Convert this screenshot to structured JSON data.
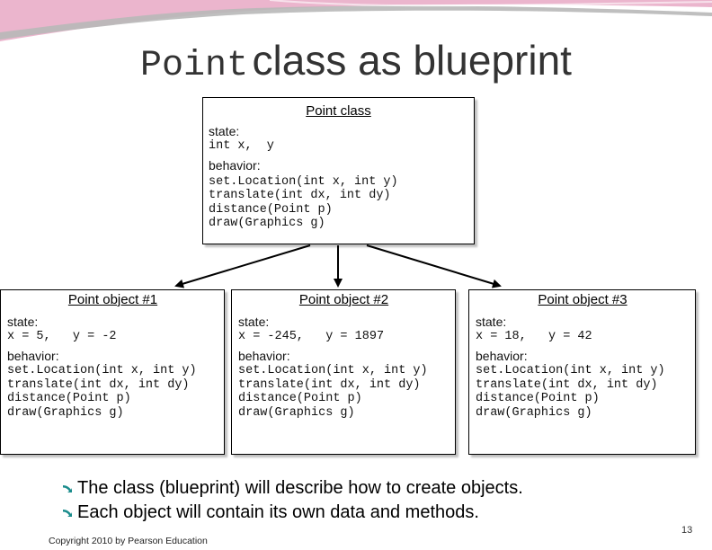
{
  "title": {
    "mono_part": "Point",
    "sans_part": "class as blueprint"
  },
  "class_box": {
    "header": "Point class",
    "state_label": "state:",
    "fields": "int x,  y",
    "behavior_label": "behavior:",
    "methods": [
      "set.Location(int x, int y)",
      "translate(int dx, int dy)",
      "distance(Point p)",
      "draw(Graphics g)"
    ]
  },
  "objects": [
    {
      "header": "Point object #1",
      "state_label": "state:",
      "x_value": "x = 5,",
      "y_value": "y = -2",
      "behavior_label": "behavior:",
      "methods": "set.Location(int x, int y)\ntranslate(int dx, int dy)\ndistance(Point p)\ndraw(Graphics g)"
    },
    {
      "header": "Point object #2",
      "state_label": "state:",
      "x_value": "x = -245,",
      "y_value": "y = 1897",
      "behavior_label": "behavior:",
      "methods": "set.Location(int x, int y)\ntranslate(int dx, int dy)\ndistance(Point p)\ndraw(Graphics g)"
    },
    {
      "header": "Point object #3",
      "state_label": "state:",
      "x_value": "x = 18,",
      "y_value": "y = 42",
      "behavior_label": "behavior:",
      "methods": "set.Location(int x, int y)\ntranslate(int dx, int dy)\ndistance(Point p)\ndraw(Graphics g)"
    }
  ],
  "bullets": [
    "The class (blueprint) will describe how to create objects.",
    "Each object will contain its own data and methods."
  ],
  "copyright": "Copyright 2010 by Pearson Education",
  "page_number": "13",
  "colors": {
    "banner_pink": "#e8a8c4",
    "banner_grey": "#b8b8b8",
    "bullet_teal": "#1a8c8c"
  }
}
